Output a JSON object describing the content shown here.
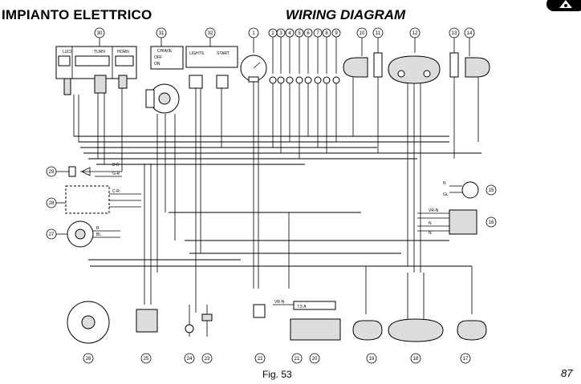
{
  "header": {
    "left_title": "IMPIANTO ELETTRICO",
    "right_title": "WIRING DIAGRAM"
  },
  "footer": {
    "figure_label": "Fig. 53",
    "page_number": "87"
  },
  "logo_icon": "manufacturer-badge-icon",
  "components": {
    "c1": "1",
    "c2": "2",
    "c3": "3",
    "c4": "4",
    "c5": "5",
    "c6": "6",
    "c7": "7",
    "c8": "8",
    "c9": "9",
    "c10": "10",
    "c11": "11",
    "c12": "12",
    "c13": "13",
    "c14": "14",
    "c15": "15",
    "c16": "16",
    "c17": "17",
    "c18": "18",
    "c19": "19",
    "c20": "20",
    "c21": "21",
    "c22": "22",
    "c23": "23",
    "c24": "24",
    "c25": "25",
    "c26": "26",
    "c27": "27",
    "c28": "28",
    "c29": "29",
    "c30": "30",
    "c31": "31",
    "c32": "32"
  },
  "switch_captions": {
    "lights_low": "LUCI",
    "turn": "TURN",
    "horn": "HORN",
    "key": "CHIAVE",
    "key_off": "OFF",
    "key_on": "ON",
    "lights": "LIGHTS",
    "start": "START"
  },
  "wire_labels": {
    "b_r": "B-R",
    "g_r": "G-R",
    "c_r": "C-R",
    "n_gl": "N",
    "gl": "GL",
    "vr_n": "VR-N",
    "n1": "N",
    "n2": "N",
    "fuse": "7.5 A",
    "vr_n2": "VR-N",
    "bl": "BL",
    "r": "R"
  }
}
